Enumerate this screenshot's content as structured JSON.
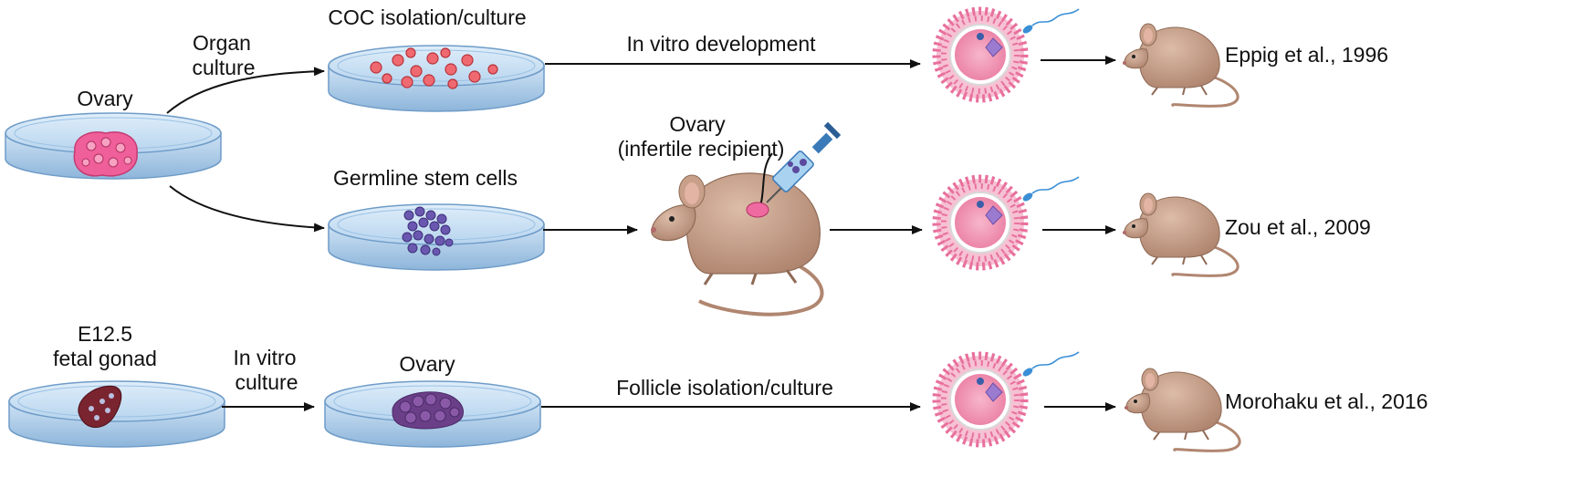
{
  "top_row": {
    "ovary_label": "Ovary",
    "branch_label_line1": "Organ",
    "branch_label_line2": "culture",
    "coc_label": "COC isolation/culture",
    "arrow_label": "In vitro development",
    "reference": "Eppig et al., 1996"
  },
  "middle_row": {
    "dish_label": "Germline stem cells",
    "recipient_label_line1": "Ovary",
    "recipient_label_line2": "(infertile recipient)",
    "reference": "Zou et al., 2009"
  },
  "bottom_row": {
    "gonad_label_line1": "E12.5",
    "gonad_label_line2": "fetal gonad",
    "culture_label_line1": "In vitro",
    "culture_label_line2": "culture",
    "ovary_label": "Ovary",
    "arrow_label": "Follicle isolation/culture",
    "reference": "Morohaku et al., 2016"
  },
  "colors": {
    "dish_fill": "#bcd7ee",
    "dish_rim": "#6f9cc8",
    "ovary_pink": "#ef5f9a",
    "coc_red": "#d9534f",
    "stem_cell_purple": "#5b4a9e",
    "fetal_gonad": "#7a2430",
    "mouse_tan": "#c9a58f",
    "oocyte_pink": "#f19ab8",
    "sperm_blue": "#3a8fd6",
    "arrow": "#111111"
  },
  "icons": [
    "petri-dish-icon",
    "ovary-icon",
    "oocyte-icon",
    "mouse-icon",
    "syringe-icon",
    "sperm-icon",
    "arrow-icon"
  ]
}
